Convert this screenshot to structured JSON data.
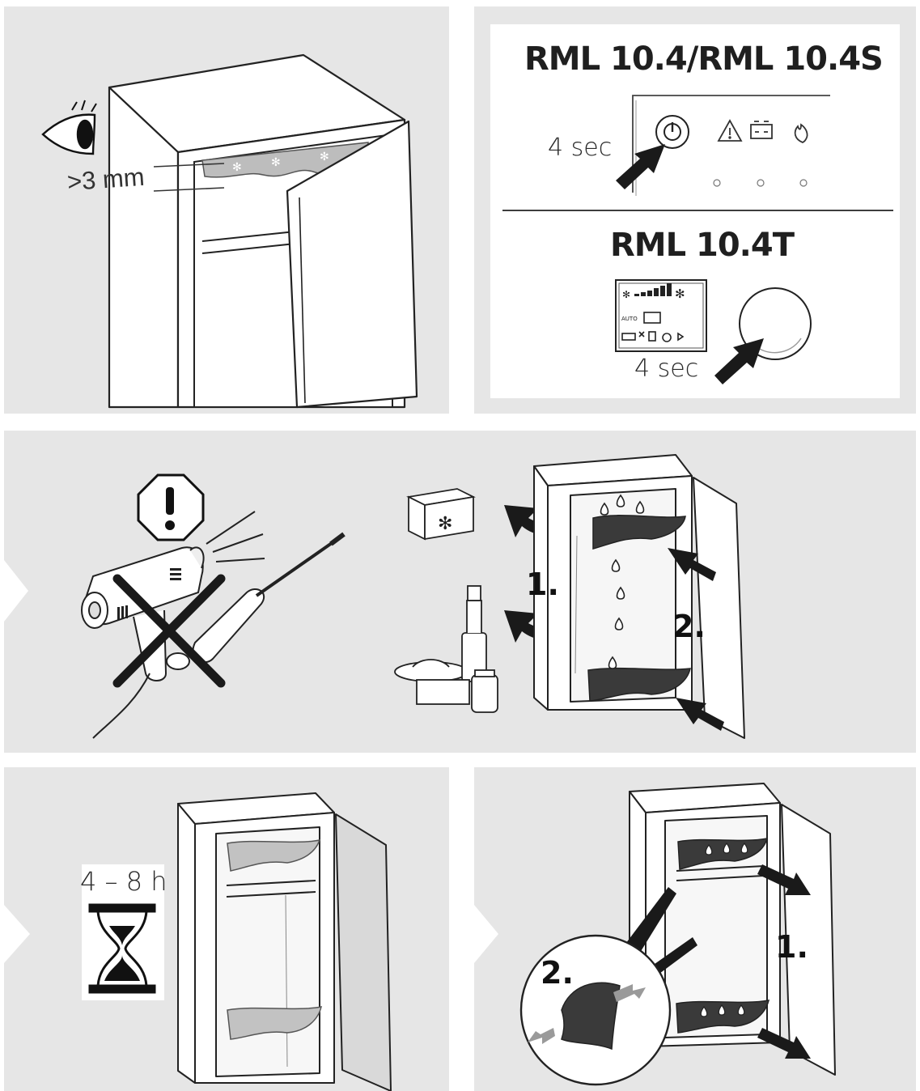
{
  "panel1": {
    "gap_label": ">3 mm",
    "icon": "eye-icon"
  },
  "panel2": {
    "model_a": "RML 10.4/RML 10.4S",
    "model_b": "RML 10.4T",
    "hold_a": "4 sec",
    "hold_b": "4 sec",
    "display_auto": "AUTO",
    "icons": [
      "power-icon",
      "warning-icon",
      "battery-icon",
      "flame-icon",
      "snowflake-icon"
    ]
  },
  "panel3": {
    "icons": [
      "warning-octagon-icon",
      "hair-dryer-icon",
      "screwdriver-icon",
      "cross-icon"
    ]
  },
  "panel4": {
    "step1": "1.",
    "step2": "2.",
    "icons": [
      "freezer-box-icon",
      "bottle-icon",
      "water-drop-icon"
    ]
  },
  "panel5": {
    "duration": "4 – 8 h",
    "icon": "hourglass-icon"
  },
  "panel6": {
    "step1": "1.",
    "step2": "2.",
    "icons": [
      "cloth-icon",
      "arrow-icon"
    ]
  },
  "colors": {
    "panel_bg": "#e6e6e6",
    "ink": "#1a1a1a",
    "cloth": "#3a3a3a",
    "ice": "#b9b9b9"
  }
}
